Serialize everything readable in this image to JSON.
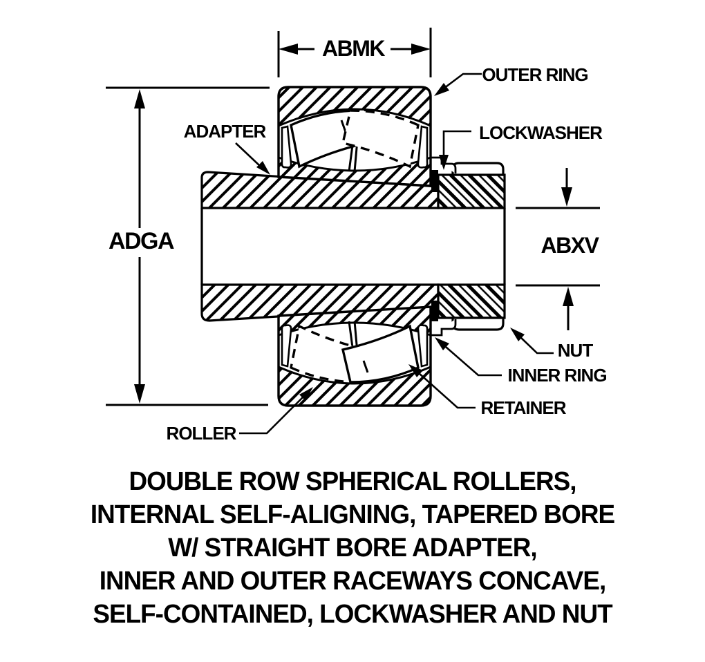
{
  "colors": {
    "ink": "#000000",
    "paper": "#ffffff"
  },
  "figure": {
    "dimensions": {
      "abmk": "ABMK",
      "adga": "ADGA",
      "abxv": "ABXV"
    },
    "parts": {
      "outer_ring": "OUTER RING",
      "lockwasher": "LOCKWASHER",
      "adapter": "ADAPTER",
      "nut": "NUT",
      "inner_ring": "INNER RING",
      "retainer": "RETAINER",
      "roller": "ROLLER"
    }
  },
  "caption": {
    "lines": [
      "DOUBLE ROW SPHERICAL ROLLERS,",
      "INTERNAL SELF-ALIGNING, TAPERED BORE",
      "W/ STRAIGHT BORE ADAPTER,",
      "INNER AND OUTER RACEWAYS CONCAVE,",
      "SELF-CONTAINED, LOCKWASHER AND NUT"
    ]
  }
}
